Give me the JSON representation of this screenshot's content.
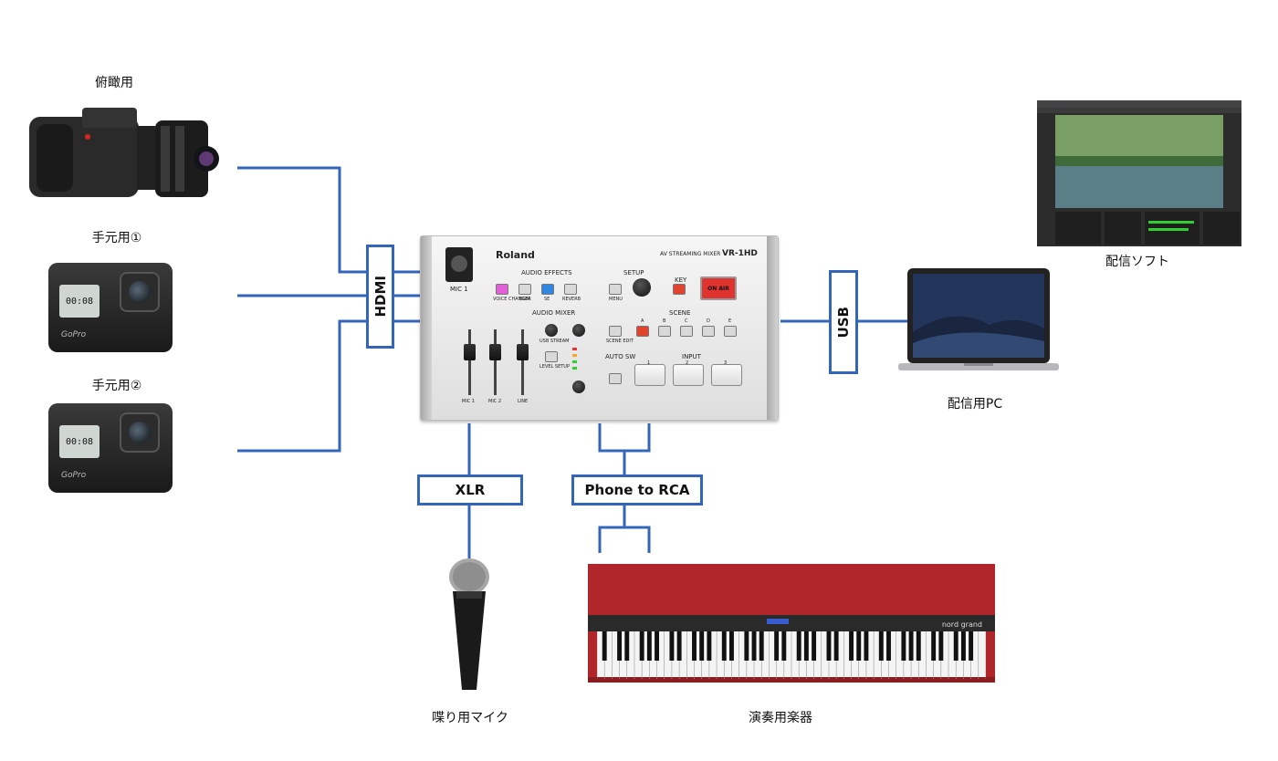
{
  "labels": {
    "camera_overhead": "俯瞰用",
    "camera_hand1": "手元用①",
    "camera_hand2": "手元用②",
    "streaming_software": "配信ソフト",
    "streaming_pc": "配信用PC",
    "mic": "喋り用マイク",
    "instrument": "演奏用楽器"
  },
  "connections": {
    "hdmi": "HDMI",
    "usb": "USB",
    "xlr": "XLR",
    "phone_to_rca": "Phone to RCA"
  },
  "mixer": {
    "brand": "Roland",
    "model_caption": "AV STREAMING MIXER",
    "model": "VR-1HD",
    "mic1": "MIC 1",
    "audio_effects": "AUDIO EFFECTS",
    "effects": [
      "VOICE CHANGER",
      "BGM",
      "SE",
      "REVERB"
    ],
    "setup": "SETUP",
    "menu": "MENU",
    "key": "KEY",
    "on_air": "ON AIR",
    "audio_mixer": "AUDIO MIXER",
    "channels": [
      "MIC 1",
      "MIC 2",
      "LINE"
    ],
    "usb_stream": "USB STREAM",
    "level_setup": "LEVEL SETUP",
    "scene": "SCENE",
    "scene_buttons": [
      "A",
      "B",
      "C",
      "D",
      "E"
    ],
    "scene_edit": "SCENE EDIT",
    "auto_sw": "AUTO SW",
    "input": "INPUT",
    "input_buttons": [
      "1",
      "2",
      "3"
    ]
  },
  "gopro": {
    "screen_time": "00:08",
    "brand": "GoPro"
  },
  "keyboard": {
    "brand": "nord grand"
  },
  "colors": {
    "wire": "#3366bb",
    "on_air": "#e0332f",
    "keyboard_body": "#b0262a"
  }
}
